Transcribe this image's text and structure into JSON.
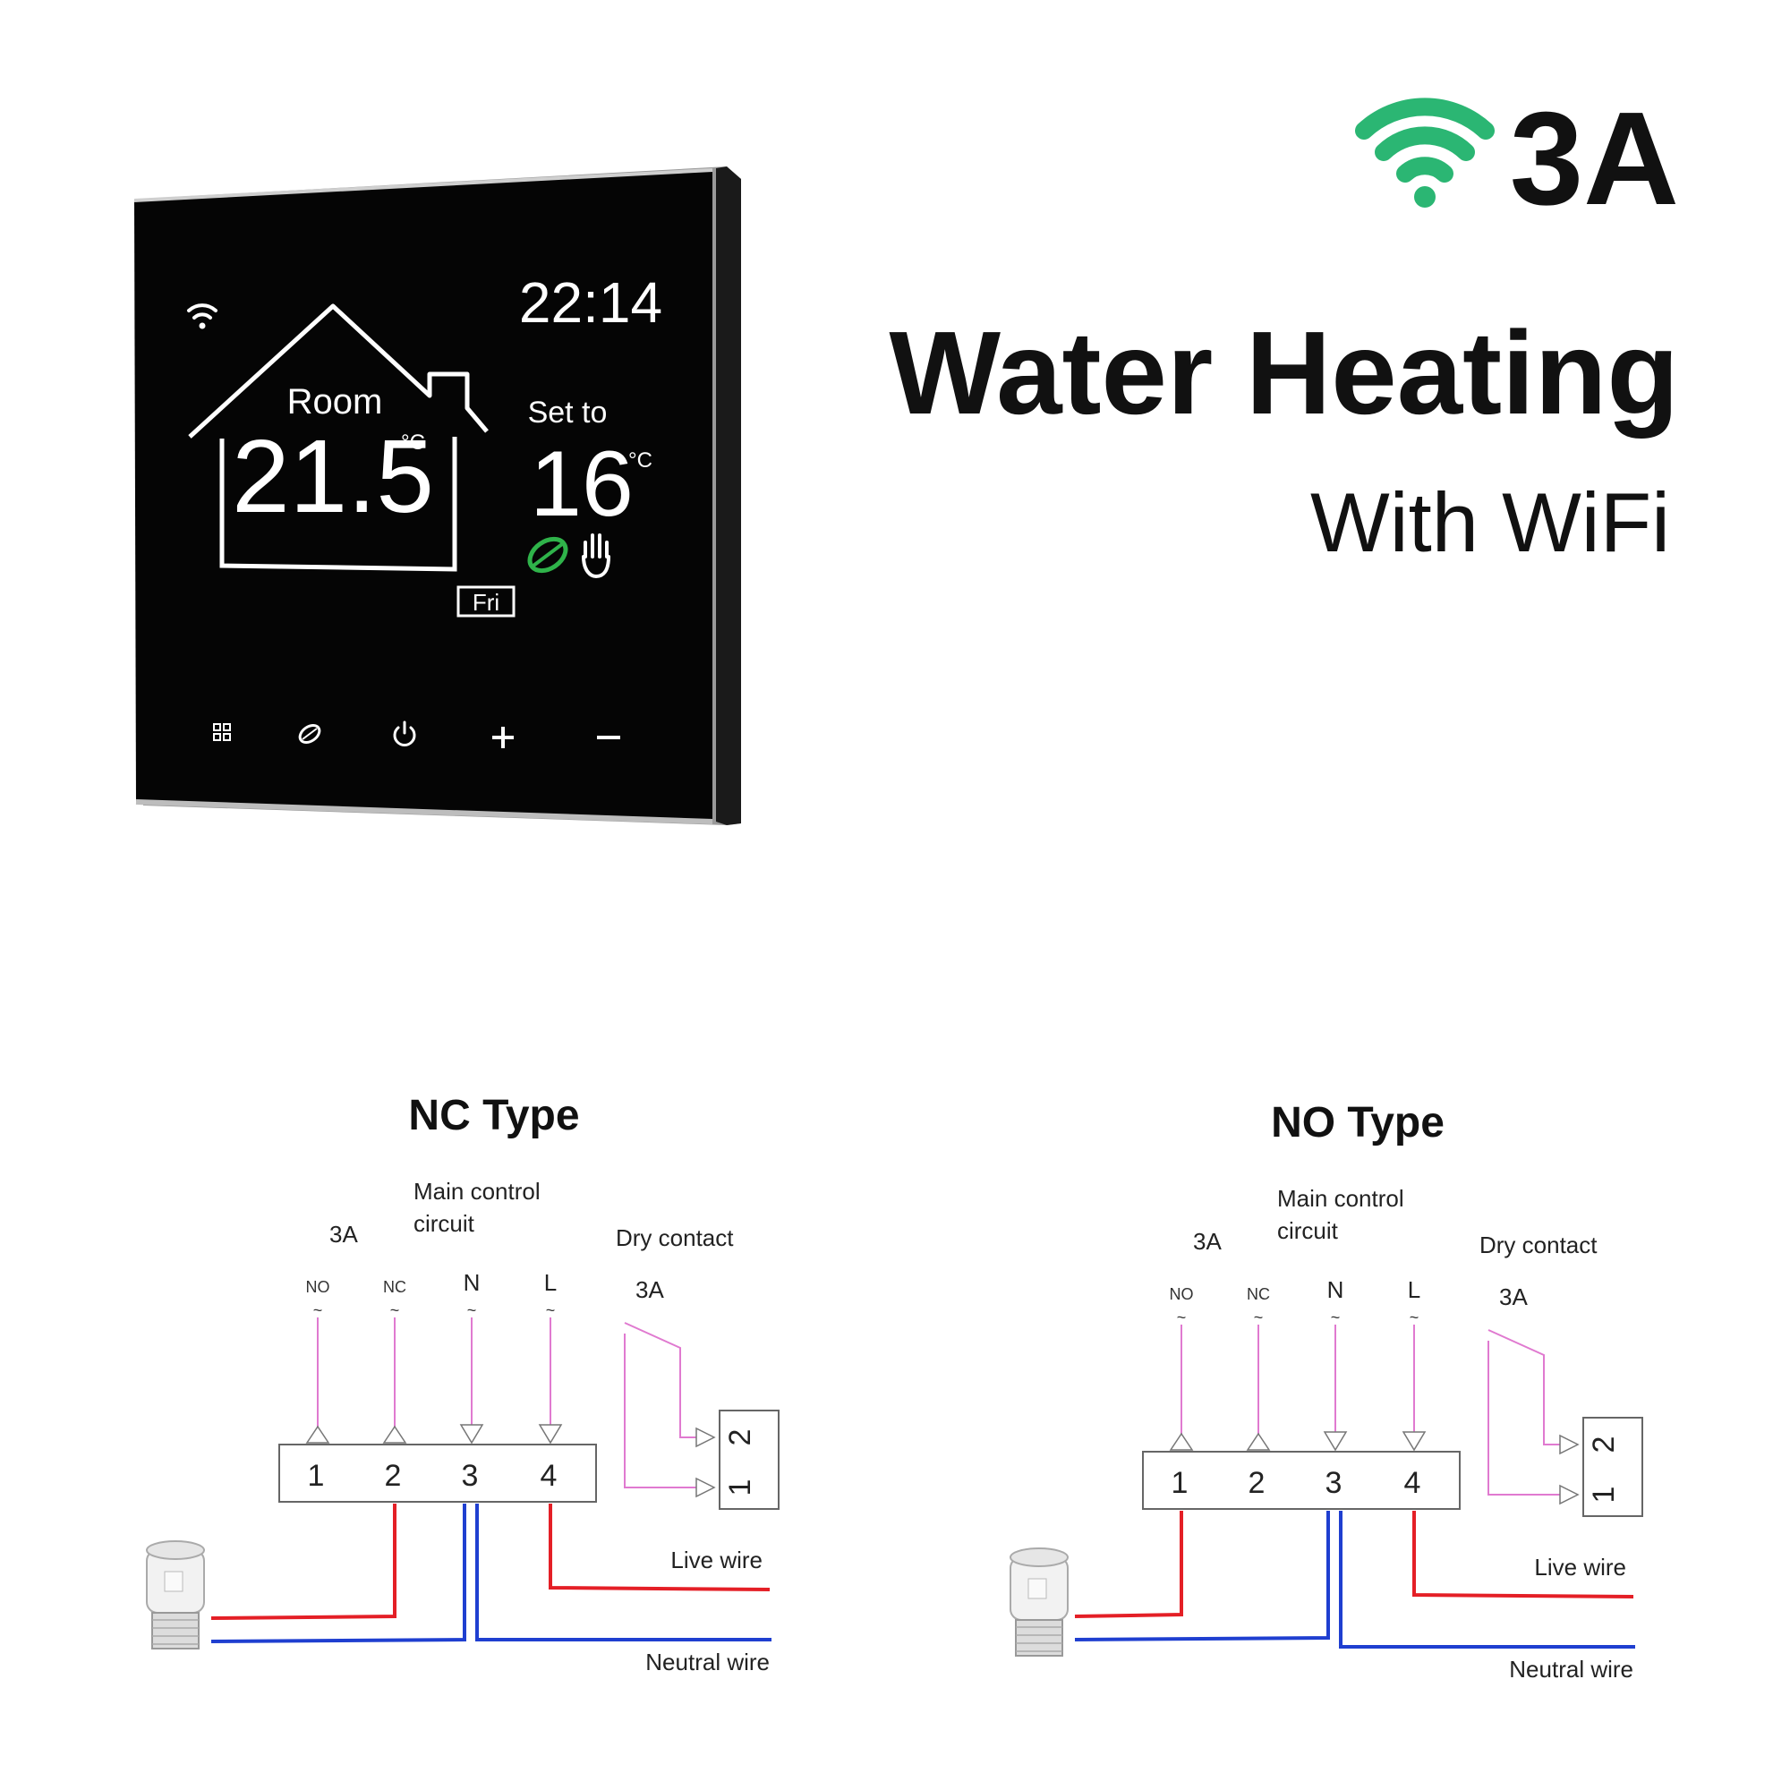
{
  "header": {
    "rating": "3A",
    "title": "Water Heating",
    "subtitle": "With WiFi",
    "wifi_color": "#2bb673"
  },
  "thermostat": {
    "time": "22:14",
    "room_label": "Room",
    "room_temp": "21.5",
    "room_unit": "°C",
    "set_label": "Set to",
    "set_temp": "16",
    "set_unit": "°C",
    "day": "Fri",
    "buttons": [
      "menu-icon",
      "eco-icon",
      "power-icon",
      "plus-icon",
      "minus-icon"
    ],
    "eco_color": "#2fb34a"
  },
  "diagrams": [
    {
      "title": "NC Type",
      "rating": "3A",
      "main_control": [
        "Main control",
        "circuit"
      ],
      "dry_contact": "Dry contact",
      "dry_rating": "3A",
      "inputs": [
        {
          "label": "NO",
          "tilde": "~"
        },
        {
          "label": "NC",
          "tilde": "~"
        },
        {
          "label": "N",
          "tilde": "~"
        },
        {
          "label": "L",
          "tilde": "~"
        }
      ],
      "terminals": [
        "1",
        "2",
        "3",
        "4"
      ],
      "contact_terminals": [
        "2",
        "1"
      ],
      "live_wire": "Live wire",
      "neutral_wire": "Neutral wire"
    },
    {
      "title": "NO Type",
      "rating": "3A",
      "main_control": [
        "Main control",
        "circuit"
      ],
      "dry_contact": "Dry contact",
      "dry_rating": "3A",
      "inputs": [
        {
          "label": "NO",
          "tilde": "~"
        },
        {
          "label": "NC",
          "tilde": "~"
        },
        {
          "label": "N",
          "tilde": "~"
        },
        {
          "label": "L",
          "tilde": "~"
        }
      ],
      "terminals": [
        "1",
        "2",
        "3",
        "4"
      ],
      "contact_terminals": [
        "2",
        "1"
      ],
      "live_wire": "Live wire",
      "neutral_wire": "Neutral wire"
    }
  ],
  "colors": {
    "live": "#e41f26",
    "neutral": "#1f3fd0",
    "signal": "#e07ad0",
    "n_label": "#1f3fd0",
    "l_label": "#e41f26"
  }
}
